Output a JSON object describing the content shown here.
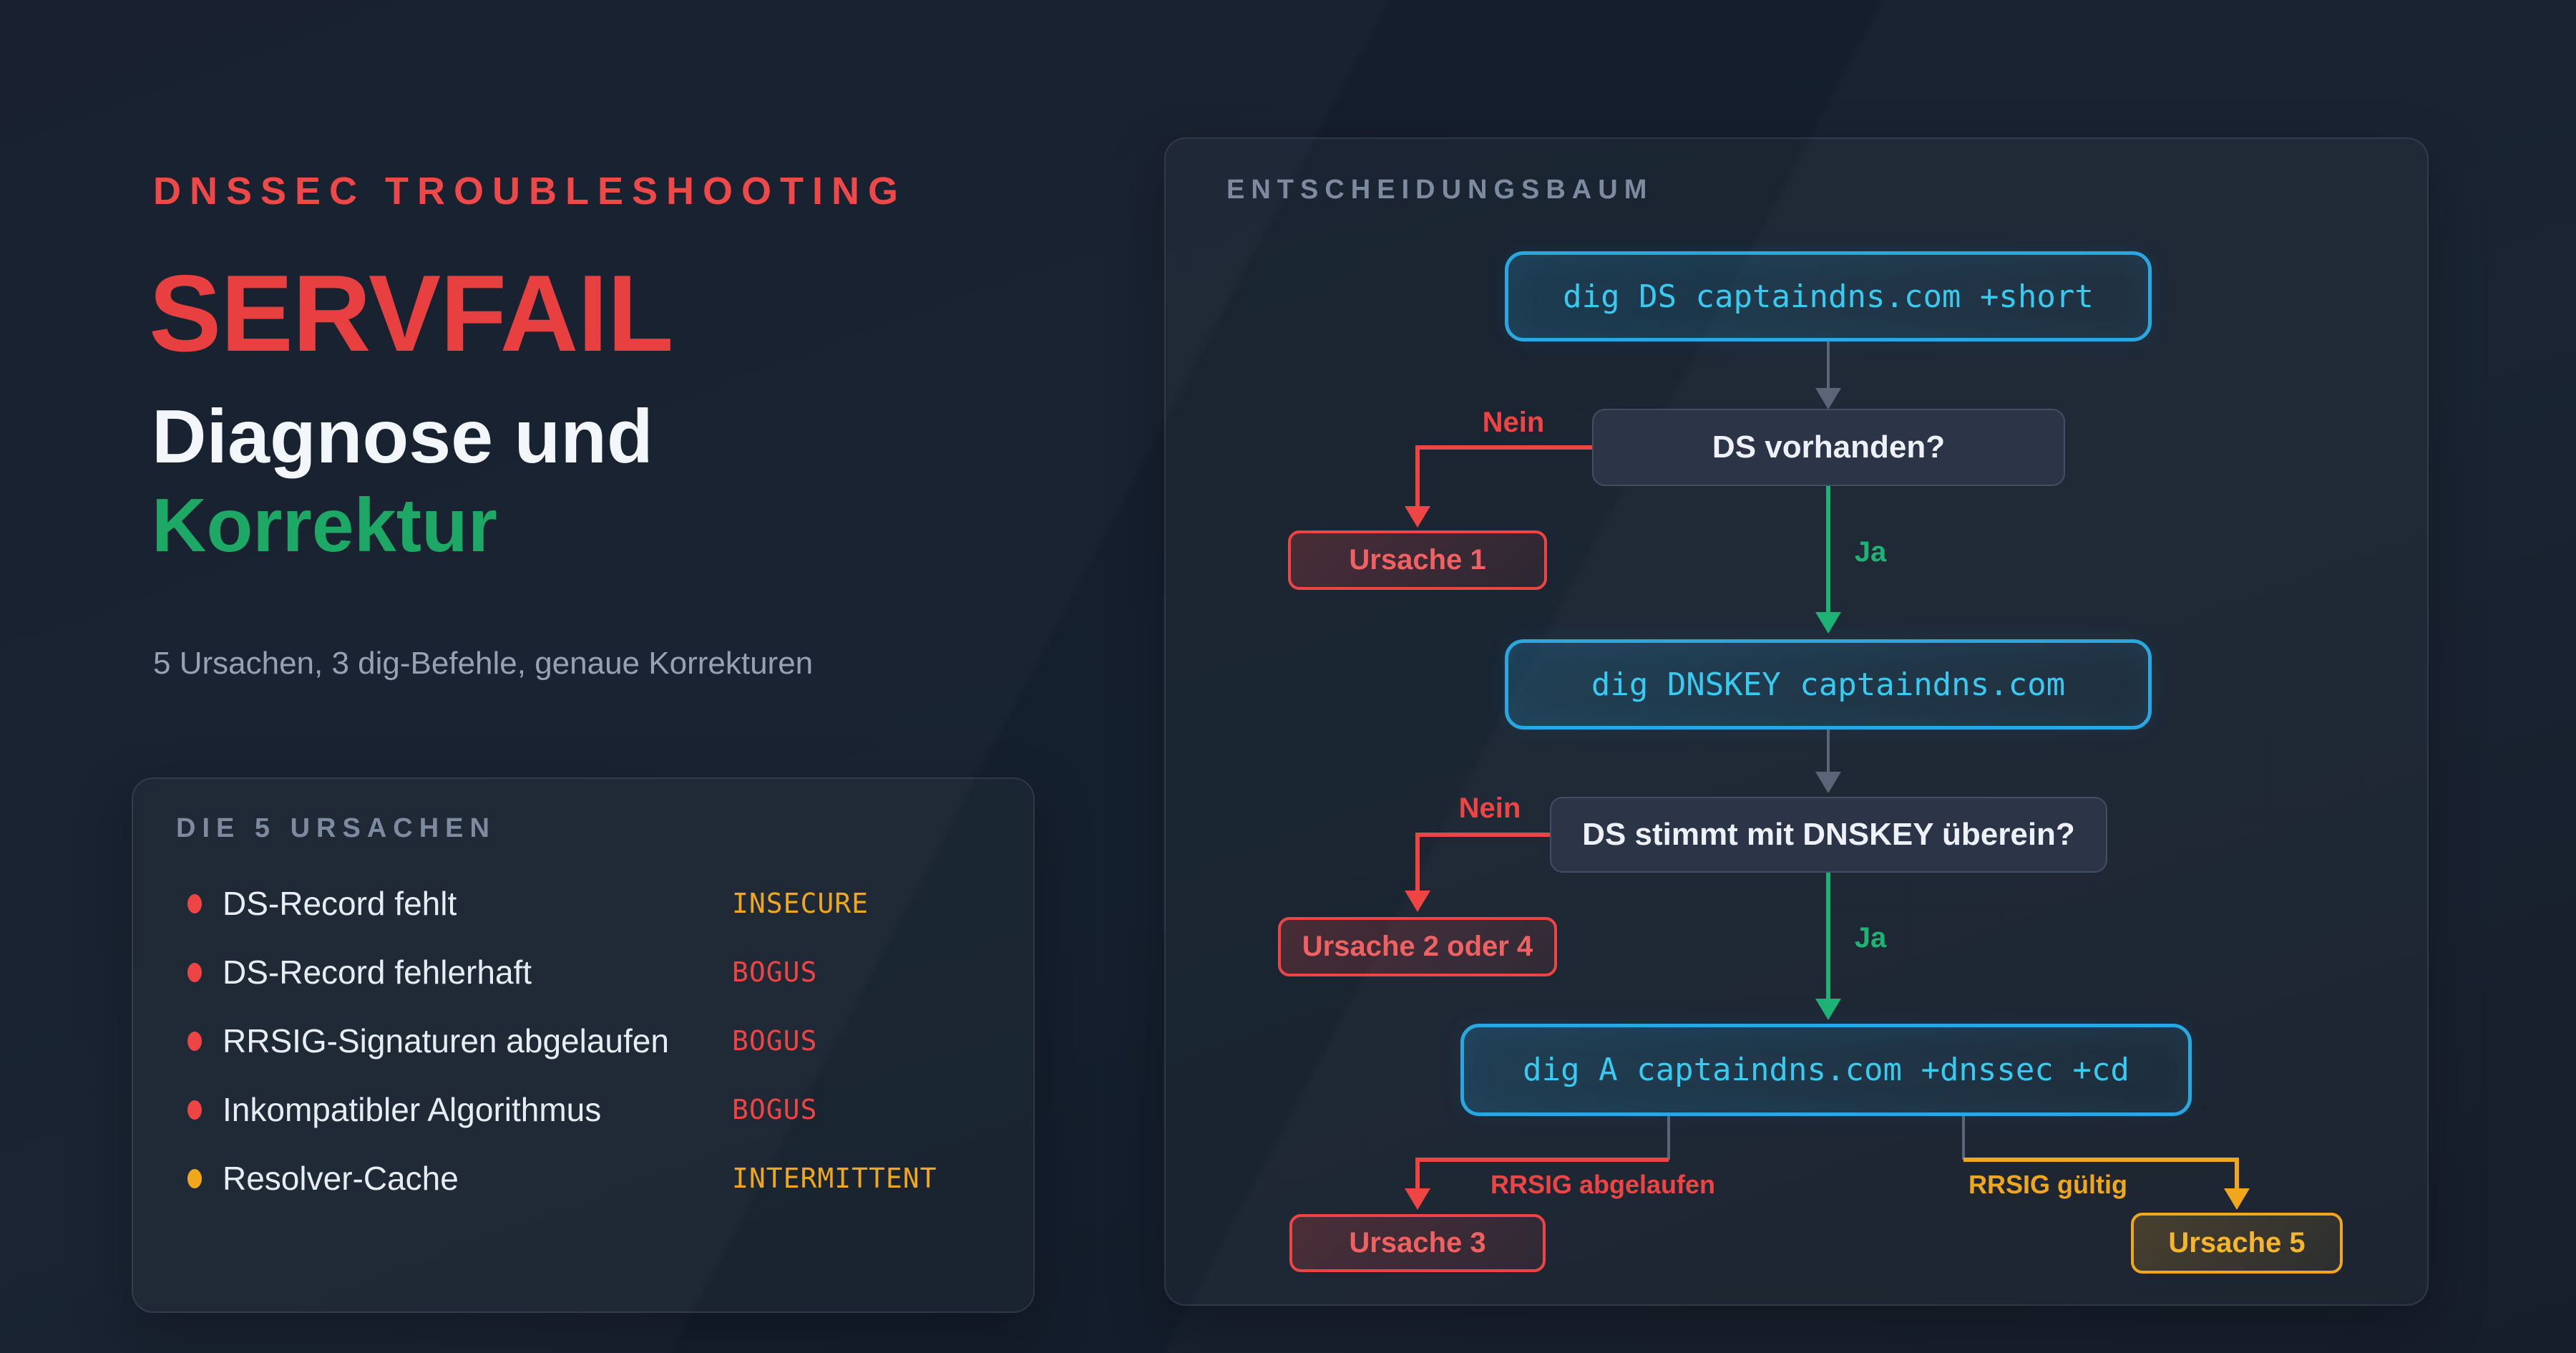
{
  "hero": {
    "kicker": "DNSSEC TROUBLESHOOTING",
    "title": "SERVFAIL",
    "headline1": "Diagnose und",
    "headline2": "Korrektur",
    "tagline": "5 Ursachen, 3 dig-Befehle, genaue Korrekturen"
  },
  "causes": {
    "heading": "DIE 5 URSACHEN",
    "items": [
      {
        "label": "DS-Record fehlt",
        "status": "INSECURE",
        "status_tone": "amber",
        "bullet_tone": "red"
      },
      {
        "label": "DS-Record fehlerhaft",
        "status": "BOGUS",
        "status_tone": "red",
        "bullet_tone": "red"
      },
      {
        "label": "RRSIG-Signaturen abgelaufen",
        "status": "BOGUS",
        "status_tone": "red",
        "bullet_tone": "red"
      },
      {
        "label": "Inkompatibler Algorithmus",
        "status": "BOGUS",
        "status_tone": "red",
        "bullet_tone": "red"
      },
      {
        "label": "Resolver-Cache",
        "status": "INTERMITTENT",
        "status_tone": "amber",
        "bullet_tone": "amber"
      }
    ]
  },
  "tree": {
    "heading": "ENTSCHEIDUNGSBAUM",
    "cmd1": "dig DS captaindns.com +short",
    "q1": "DS vorhanden?",
    "no1": "Nein",
    "yes1": "Ja",
    "cause1": "Ursache 1",
    "cmd2": "dig DNSKEY captaindns.com",
    "q2": "DS stimmt mit DNSKEY überein?",
    "no2": "Nein",
    "yes2": "Ja",
    "cause24": "Ursache 2 oder 4",
    "cmd3": "dig A captaindns.com +dnssec +cd",
    "branch_expired": "RRSIG abgelaufen",
    "branch_valid": "RRSIG gültig",
    "cause3": "Ursache 3",
    "cause5": "Ursache 5"
  },
  "colors": {
    "background": "#141d2b",
    "accent_red": "#ef4444",
    "title_red": "#e84040",
    "accent_green": "#1da865",
    "accent_amber": "#f0a71c",
    "cmd_border_cyan": "#29a7e0",
    "cmd_text_cyan": "#38cbf2",
    "question_fill": "#2b3547",
    "text_white": "#f3f6fa",
    "text_muted": "#96a2b4",
    "heading_gray": "#7c8ba0",
    "wire_gray": "#5a6678"
  }
}
